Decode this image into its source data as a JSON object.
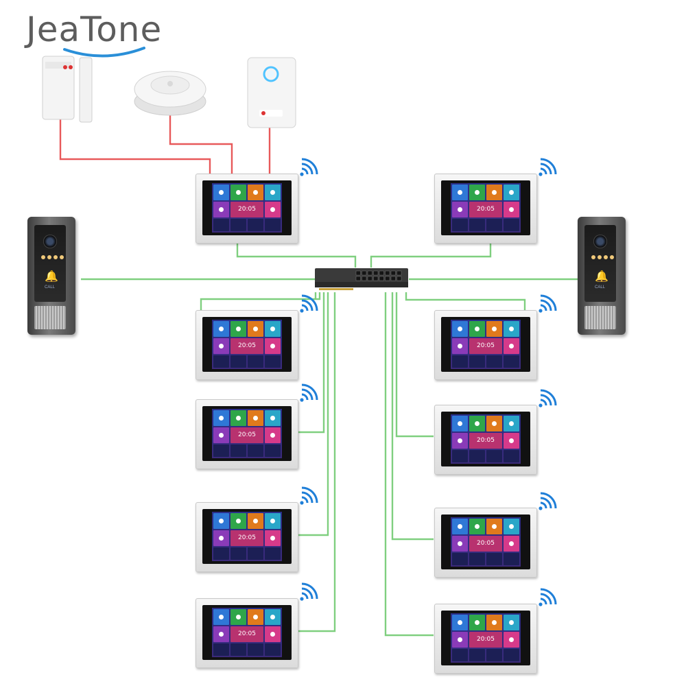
{
  "brand": {
    "logo_text": "JeaTone",
    "swoosh_color": "#2a8fd8",
    "text_color": "#5d5d5d"
  },
  "colors": {
    "alarm_wire": "#e8595a",
    "network_cable": "#7fcf7f",
    "wifi": "#1f7fd8"
  },
  "devices": {
    "sensors": [
      {
        "name": "door-window-sensor-icon"
      },
      {
        "name": "smoke-detector-icon"
      },
      {
        "name": "gas-detector-icon"
      }
    ],
    "network_switch": {
      "name": "poe-switch-icon",
      "ports": 16
    },
    "door_stations": [
      {
        "name": "door-station-left",
        "button_label": "CALL"
      },
      {
        "name": "door-station-right",
        "button_label": "CALL"
      }
    ],
    "monitor_screen": {
      "clock": "20:05"
    },
    "monitor_count": 10
  }
}
